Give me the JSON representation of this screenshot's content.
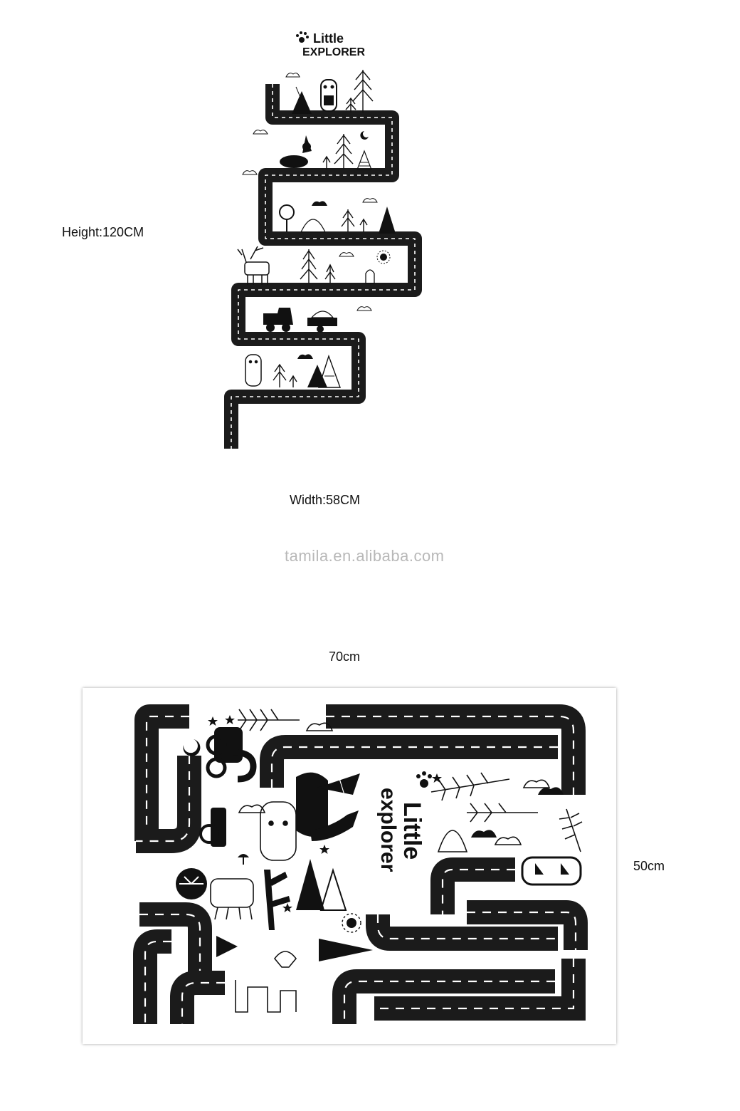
{
  "top": {
    "logo_line1": "Little",
    "logo_line2": "EXPLORER",
    "height_label": "Height:120CM",
    "width_label": "Width:58CM"
  },
  "watermark": "tamila.en.alibaba.com",
  "bottom": {
    "width_label": "70cm",
    "height_label": "50cm",
    "logo_line1": "Little",
    "logo_line2": "explorer"
  },
  "colors": {
    "road": "#1b1b1b",
    "dash": "#ffffff",
    "ink": "#111111",
    "watermark": "#b8b8b8"
  }
}
